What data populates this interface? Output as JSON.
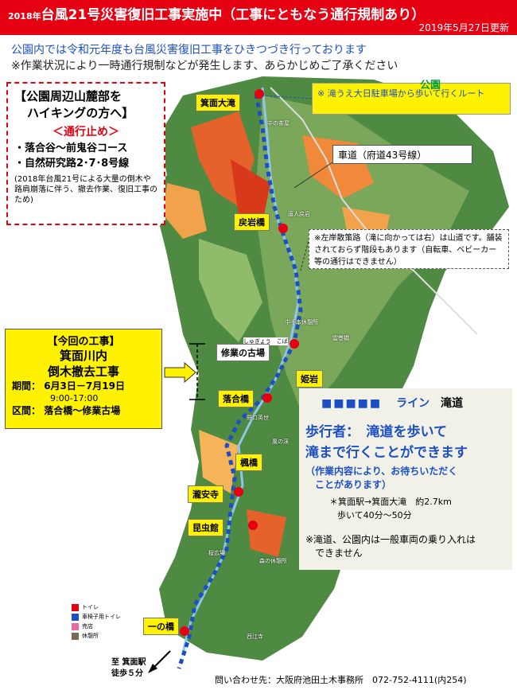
{
  "header": {
    "year_prefix": "2018年",
    "title": "台風21号災害復旧工事実施中（工事にともなう通行規制あり）",
    "updated": "2019年5月27日更新"
  },
  "notices": [
    "公園内では令和元年度も台風災害復旧工事をひきつづき行っております",
    "※作業状況により一時通行規制などが発生します、あらかじめご了承ください"
  ],
  "hiking_box": {
    "title_lines": [
      "【公園周辺山麓部を",
      "ハイキングの方へ】"
    ],
    "closed_label": "＜通行止め＞",
    "items": [
      "・落合谷～前鬼谷コース",
      "・自然研究路2･7･8号線"
    ],
    "note": "(2018年台風21号による大量の倒木や路肩崩落に伴う、撤去作業、復旧工事のため)"
  },
  "work_box": {
    "heading": "【今回の工事】",
    "title_lines": [
      "箕面川内",
      "倒木撤去工事"
    ],
    "period_label": "期間：",
    "period_value": "6月3日－7月19日",
    "time": "9:00-17:00",
    "section_label": "区間：",
    "section_value": "落合橋～修業古場"
  },
  "callouts": {
    "route_note": "※ 滝うえ大日駐車場から歩いて行くルート",
    "park": "公園",
    "road": "車道（府道43号線）",
    "walkway": "※左岸散策路（滝に向かっては右）は山道です。舗装されておらず階段もあります（自転車、ベビーカー等の通行はできません）"
  },
  "trail_box": {
    "legend_dots": "■■■■■",
    "legend_line": "ライン",
    "legend_name": "滝道",
    "big_lines": [
      "歩行者：　滝道を歩いて",
      "滝まで行くことができます"
    ],
    "mid_lines": [
      "（作業内容により、お待ちいただく",
      "ことがあります）"
    ],
    "distance_lines": [
      "＊箕面駅→箕面大滝　約2.7km",
      "歩いて40分～50分"
    ],
    "warning_lines": [
      "※滝道、公園内は一般車両の乗り入れは",
      "できません"
    ]
  },
  "map_labels": {
    "waterfall": "箕面大滝",
    "modoriiwa": "戻岩橋",
    "shugyo": "修業の古場",
    "shugyo_ruby": "しゅぎょう　こば",
    "himeiwa": "姫岩",
    "ochiai": "落合橋",
    "kaede": "楓橋",
    "ryuanji": "瀧安寺",
    "konchu": "昆虫館",
    "ichinohashi": "一の橋"
  },
  "place_names": [
    "中の茶屋",
    "中千本休憩所",
    "雲巻橋",
    "森の休憩所",
    "野口英世",
    "風の渓",
    "西江寺",
    "桜広場",
    "唐人戻岩"
  ],
  "legend": {
    "items": [
      "トイレ",
      "車椅子用トイレ",
      "売店",
      "休憩所"
    ],
    "colors": {
      "toilet": "#e50012",
      "wheelchair": "#1d4fc4",
      "shop": "#e86aa0",
      "rest": "#7a6a58"
    }
  },
  "station": [
    "至 箕面駅",
    "徒歩５分"
  ],
  "footer": "問い合わせ先：大阪府池田土木事務所　072-752-4111(内254)",
  "colors": {
    "header_red": "#e50012",
    "route_blue": "#1d4fc4",
    "label_yellow": "#fff200",
    "forest_green": "#3f7f3a"
  }
}
